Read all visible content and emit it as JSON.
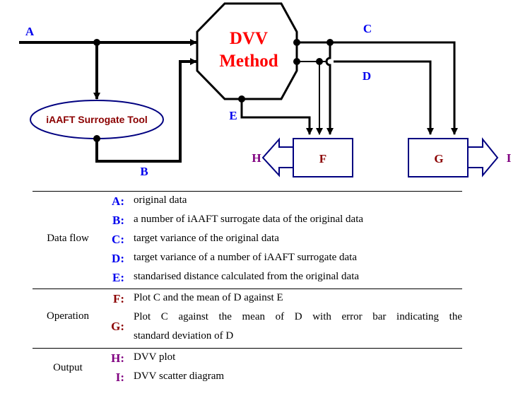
{
  "diagram": {
    "method_line1": "DVV",
    "method_line2": "Method",
    "tool_label": "iAAFT Surrogate Tool",
    "flow_labels": {
      "A": "A",
      "B": "B",
      "C": "C",
      "D": "D",
      "E": "E"
    },
    "box_labels": {
      "F": "F",
      "G": "G"
    },
    "output_labels": {
      "H": "H",
      "I": "I"
    }
  },
  "legend": {
    "sections": [
      {
        "category": "Data flow",
        "items": [
          {
            "key": "A:",
            "text": "original data"
          },
          {
            "key": "B:",
            "text": "a number of iAAFT surrogate data of the original data"
          },
          {
            "key": "C:",
            "text": "target variance of the original data"
          },
          {
            "key": "D:",
            "text": "target variance of a number of iAAFT surrogate data"
          },
          {
            "key": "E:",
            "text": "standarised distance calculated from the original data"
          }
        ]
      },
      {
        "category": "Operation",
        "items": [
          {
            "key": "F:",
            "text": "Plot C and the mean of D against E"
          },
          {
            "key": "G:",
            "text_line1": "Plot C against the mean of D with error bar indicating the",
            "text_line2": "standard deviation of D"
          }
        ]
      },
      {
        "category": "Output",
        "items": [
          {
            "key": "H:",
            "text": "DVV plot"
          },
          {
            "key": "I:",
            "text": "DVV scatter diagram"
          }
        ]
      }
    ]
  },
  "colors": {
    "flow_label": "#0000ee",
    "method_text": "#ff0000",
    "box_label": "#8b0000",
    "output_label": "#800080",
    "box_stroke": "#000080"
  }
}
